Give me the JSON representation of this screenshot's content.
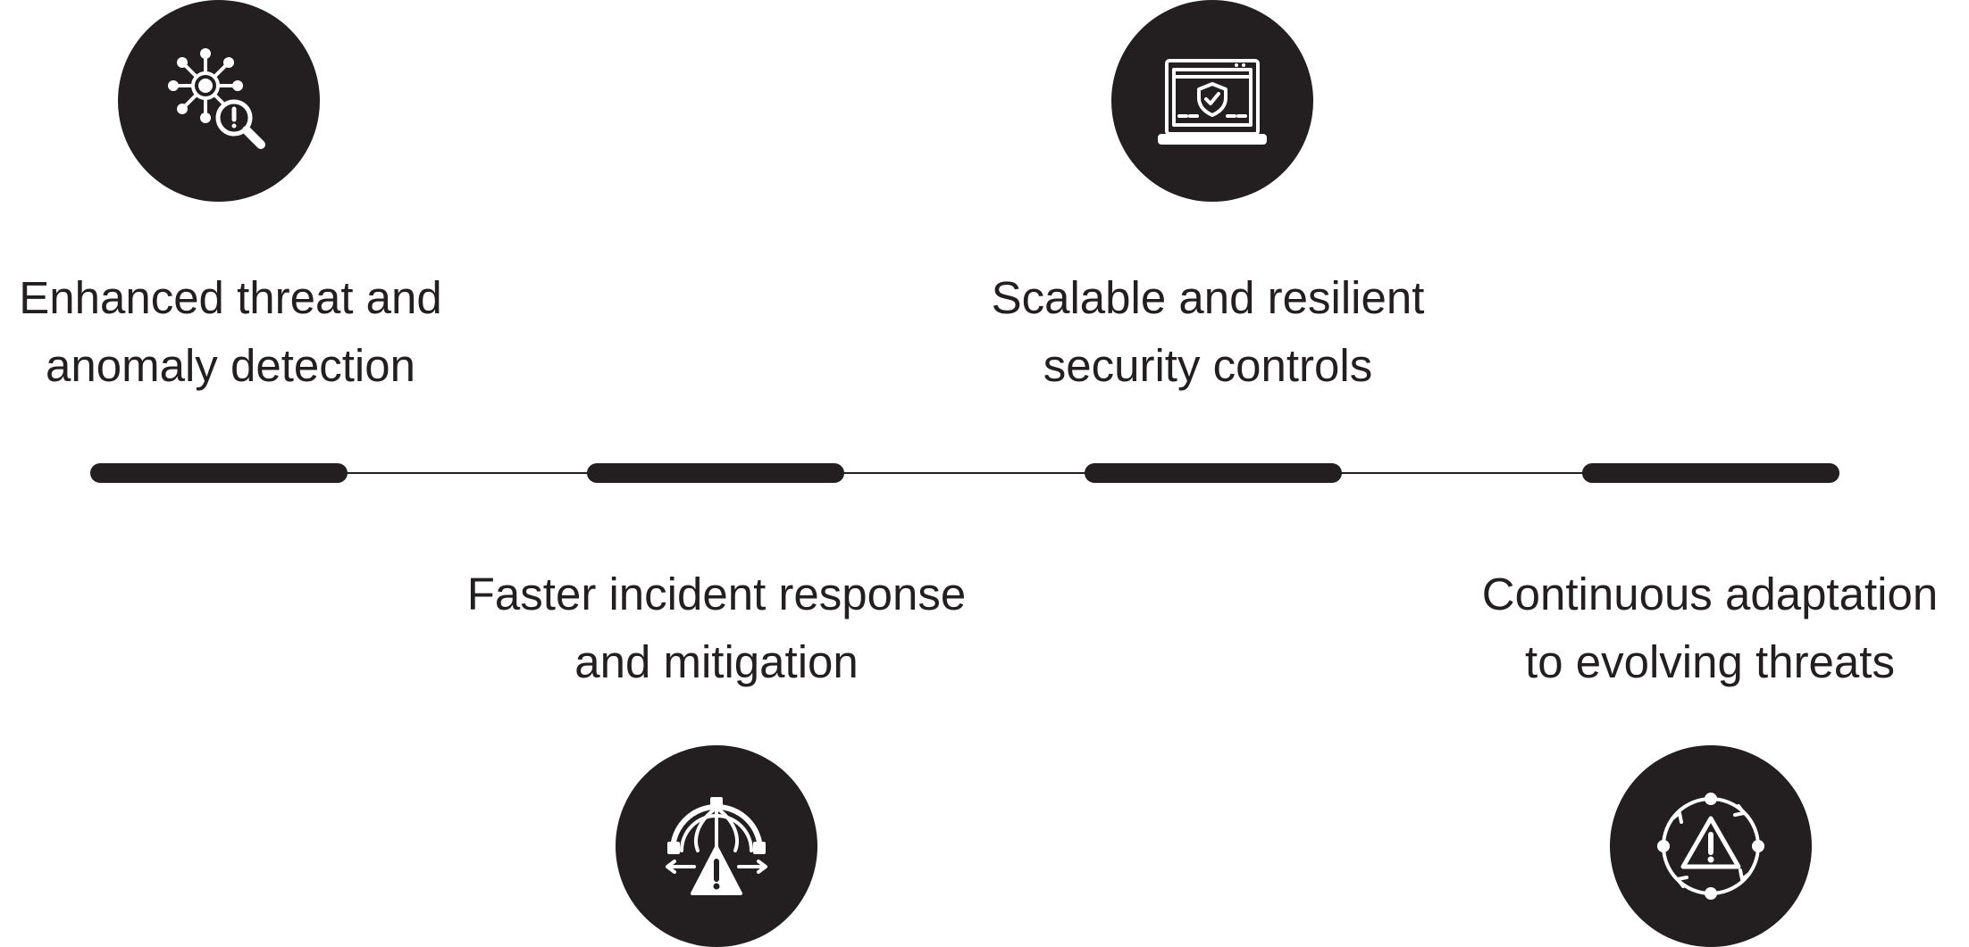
{
  "items": [
    {
      "line1": "Enhanced threat and",
      "line2": "anomaly detection",
      "icon": "network-magnifier-alert-icon"
    },
    {
      "line1": "Faster incident response",
      "line2": "and mitigation",
      "icon": "shield-gear-warning-icon"
    },
    {
      "line1": "Scalable and resilient",
      "line2": "security controls",
      "icon": "laptop-shield-icon"
    },
    {
      "line1": "Continuous adaptation",
      "line2": "to evolving threats",
      "icon": "cycle-warning-icon"
    }
  ],
  "colors": {
    "primary": "#231f20",
    "icon": "#ffffff"
  }
}
